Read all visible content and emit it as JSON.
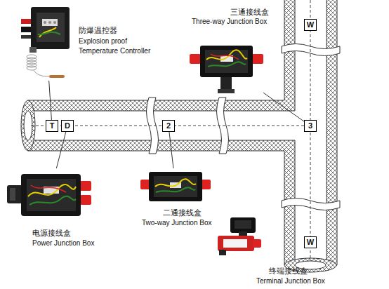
{
  "diagram": {
    "nodes": [
      {
        "text": [
          "防爆温控器",
          "Explosion proof Temperature Controller"
        ]
      },
      {
        "text": [
          "三通接线盒",
          "Three-way Junction Box"
        ]
      },
      {
        "text": [
          "W"
        ]
      },
      {
        "text": [
          "T"
        ]
      },
      {
        "text": [
          "D"
        ]
      },
      {
        "text": [
          "2"
        ]
      },
      {
        "text": [
          "3"
        ]
      },
      {
        "text": [
          "电源接线盒",
          "Power Junction Box"
        ]
      },
      {
        "text": [
          "二通接线盒",
          "Two-way Junction Box"
        ]
      },
      {
        "text": [
          "W"
        ]
      },
      {
        "text": [
          "终端接线盒",
          "Terminal Junction Box"
        ]
      }
    ],
    "edges": [
      {
        "from": 0,
        "to": 3,
        "arrow": "none"
      },
      {
        "from": 1,
        "to": 6,
        "arrow": "none"
      },
      {
        "from": 7,
        "to": 4,
        "arrow": "none"
      },
      {
        "from": 8,
        "to": 5,
        "arrow": "none"
      }
    ]
  }
}
